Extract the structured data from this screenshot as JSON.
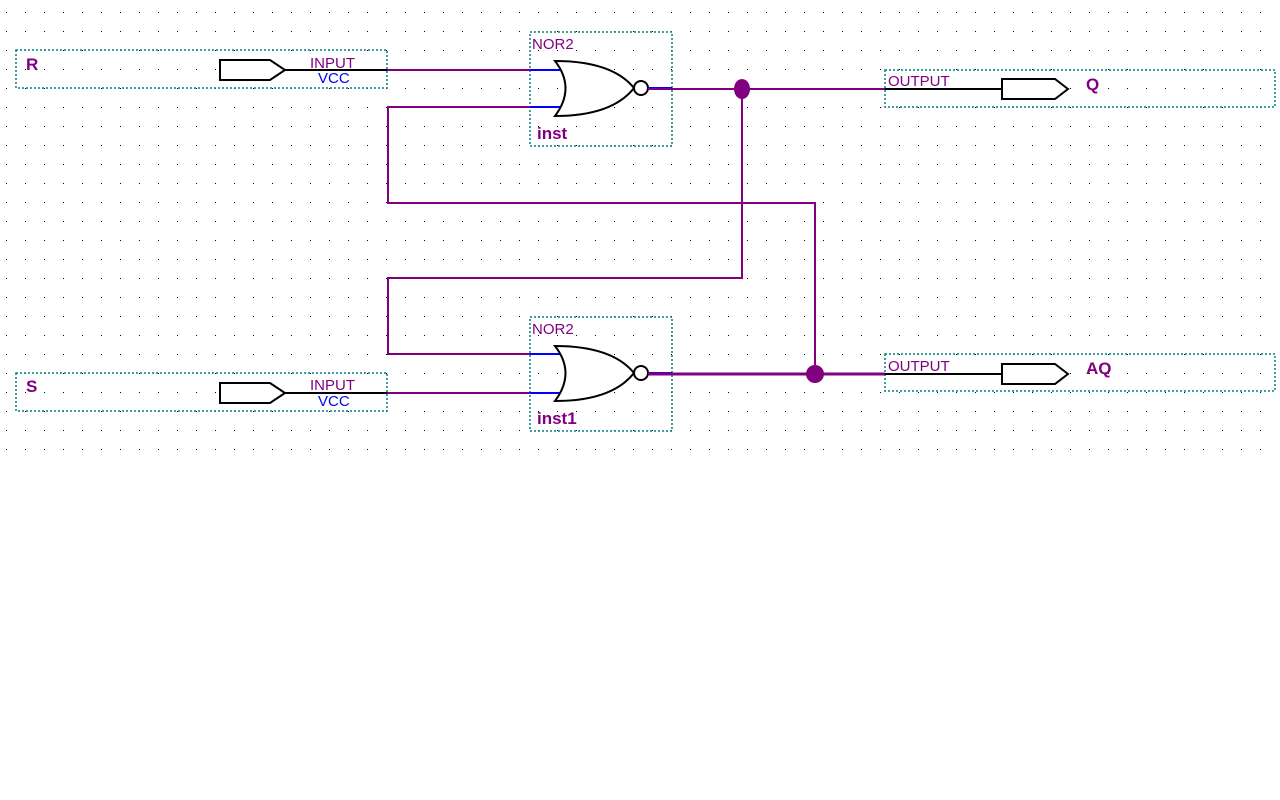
{
  "colors": {
    "wire": "#800080",
    "pin": "#0000ff",
    "symbol": "#000000",
    "frame": "#008080",
    "grid": "#000000",
    "label": "#800080",
    "text_blue": "#0000ff",
    "junction": "#800080"
  },
  "inputs": [
    {
      "name": "R",
      "type": "INPUT",
      "default": "VCC"
    },
    {
      "name": "S",
      "type": "INPUT",
      "default": "VCC"
    }
  ],
  "gates": [
    {
      "type": "NOR2",
      "instance": "inst"
    },
    {
      "type": "NOR2",
      "instance": "inst1"
    }
  ],
  "outputs": [
    {
      "name": "Q",
      "type": "OUTPUT"
    },
    {
      "name": "AQ",
      "type": "OUTPUT"
    }
  ]
}
